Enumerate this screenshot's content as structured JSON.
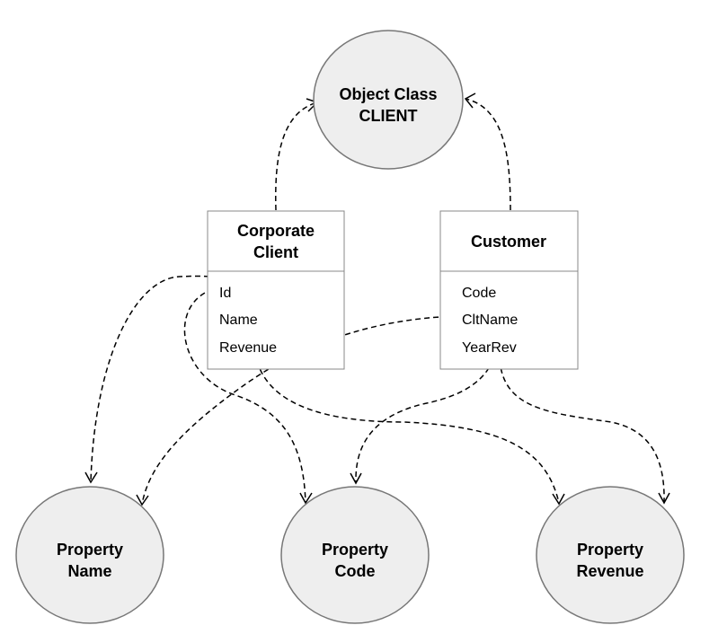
{
  "nodes": {
    "object_class": {
      "line1": "Object Class",
      "line2": "CLIENT"
    },
    "property_name": {
      "line1": "Property",
      "line2": "Name"
    },
    "property_code": {
      "line1": "Property",
      "line2": "Code"
    },
    "property_revenue": {
      "line1": "Property",
      "line2": "Revenue"
    }
  },
  "classes": {
    "corporate_client": {
      "title_line1": "Corporate",
      "title_line2": "Client",
      "attributes": [
        "Id",
        "Name",
        "Revenue"
      ]
    },
    "customer": {
      "title": "Customer",
      "attributes": [
        "Code",
        "CltName",
        "YearRev"
      ]
    }
  }
}
